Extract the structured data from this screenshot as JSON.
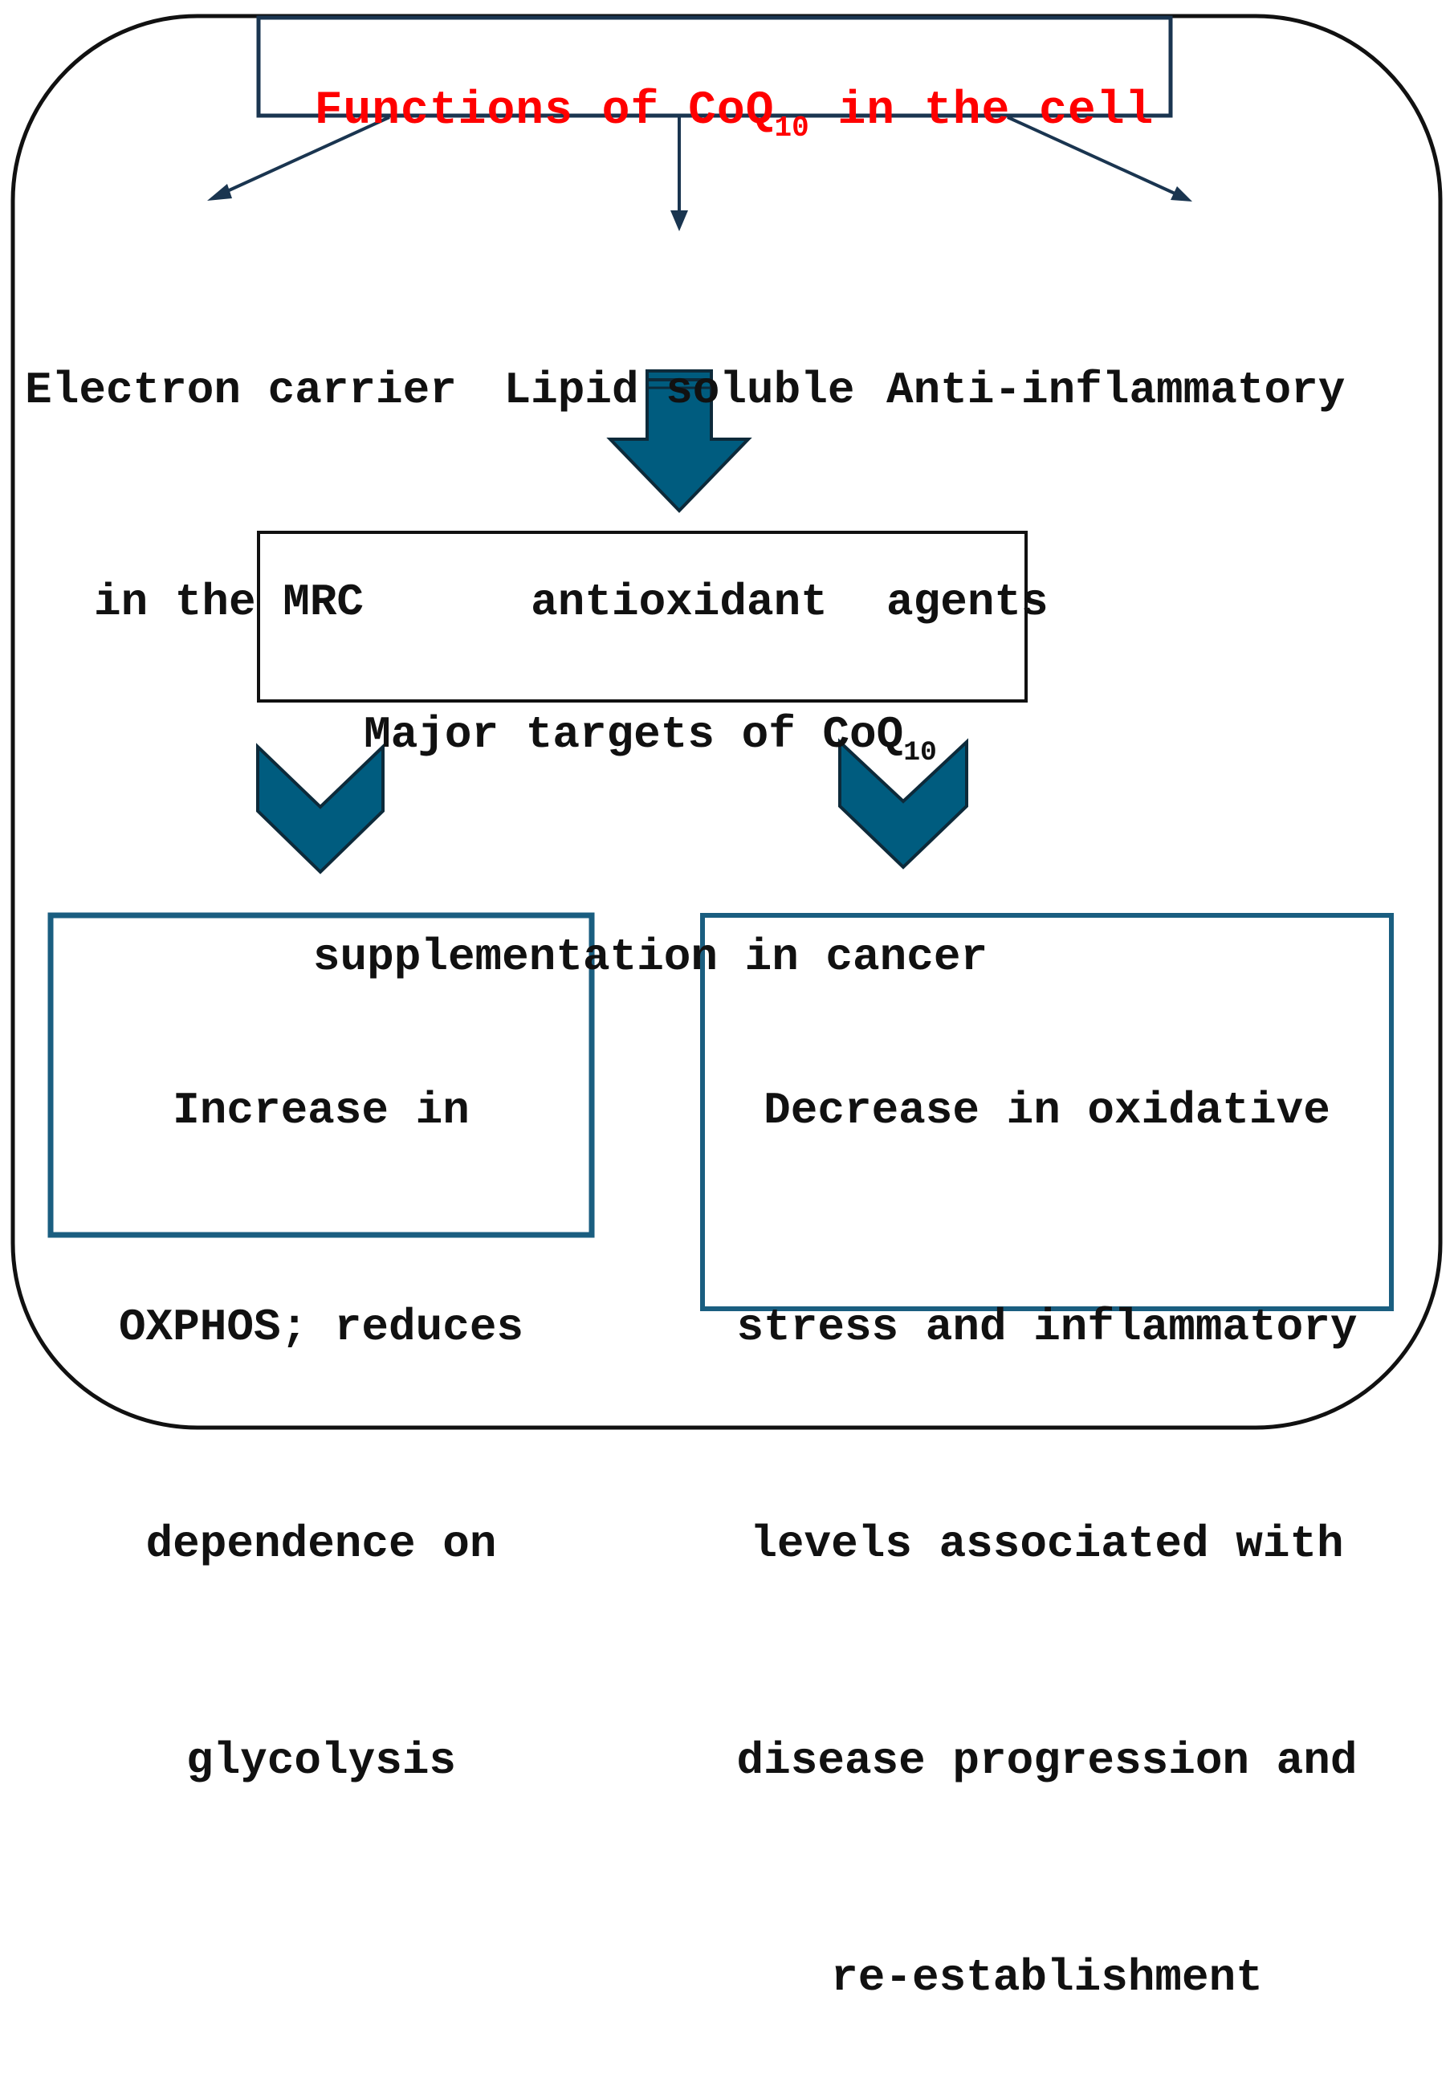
{
  "title": {
    "text": "Functions of CoQ",
    "subscript": "10",
    "suffix": " in the cell",
    "color": "#ff0000"
  },
  "functions": [
    {
      "line1": "Electron carrier",
      "line2": "in the MRC"
    },
    {
      "line1": "Lipid soluble",
      "line2": "antioxidant"
    },
    {
      "line1": "Anti-inflammatory",
      "line2": "agents"
    }
  ],
  "target": {
    "line1_prefix": "Major targets of CoQ",
    "line1_subscript": "10",
    "line2": "supplementation in cancer"
  },
  "outcomes": [
    {
      "lines": [
        "Increase in",
        "OXPHOS; reduces",
        "dependence on",
        "glycolysis"
      ]
    },
    {
      "lines": [
        "Decrease in oxidative",
        "stress and inflammatory",
        "levels associated with",
        "disease progression and",
        "re-establishment"
      ]
    }
  ],
  "colors": {
    "arrow_fill": "#005c7f",
    "outcome_border": "#1a5e80",
    "thin_arrow": "#1a3550",
    "frame": "#111111"
  }
}
